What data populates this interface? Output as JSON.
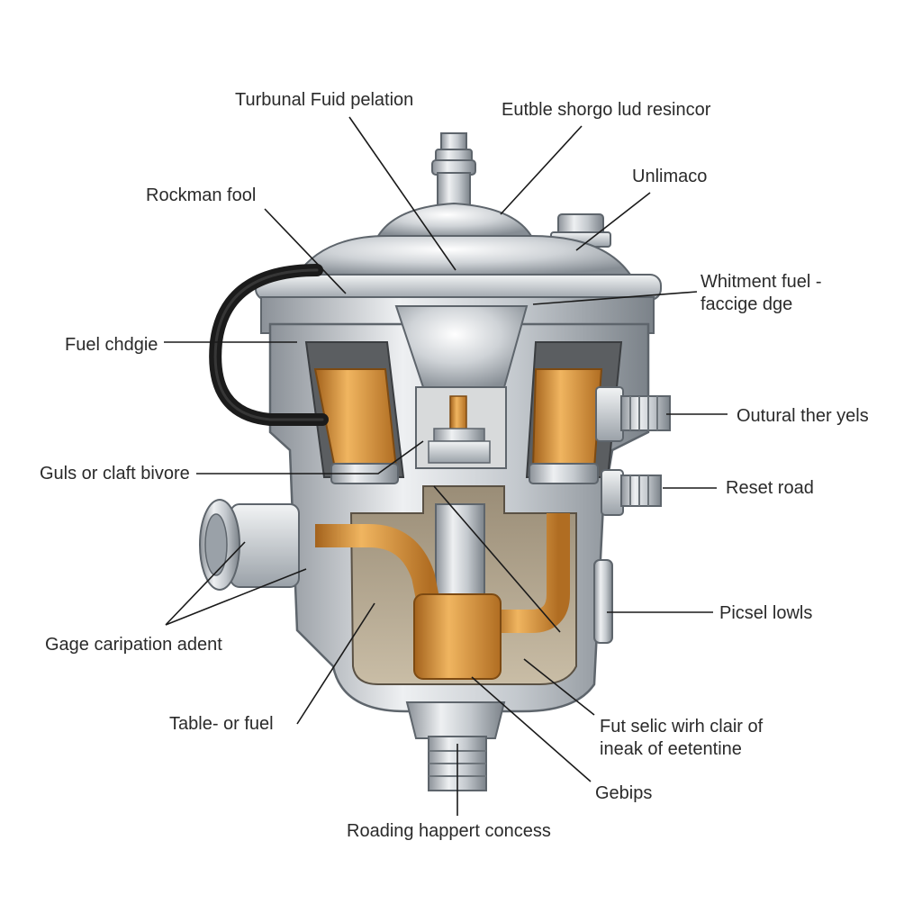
{
  "labels": {
    "turbunal": "Turbunal Fuid pelation",
    "eutble": "Eutble shorgo lud resincor",
    "unlimaco": "Unlimaco",
    "rockman": "Rockman fool",
    "whitment_line1": "Whitment fuel -",
    "whitment_line2": "faccige dge",
    "fuel_chdgie": "Fuel chdgie",
    "outural": "Outural ther yels",
    "guls": "Guls or claft bivore",
    "reset": "Reset road",
    "picsel": "Picsel lowls",
    "gage": "Gage caripation adent",
    "table": "Table- or fuel",
    "fut_line1": "Fut selic wirh clair of",
    "fut_line2": "ineak of eetentine",
    "gebips": "Gebips",
    "roading": "Roading happert concess"
  },
  "colors": {
    "metal_light": "#e4e7ea",
    "metal_mid": "#b9bec4",
    "metal_dark": "#7d848b",
    "copper": "#d8953a",
    "copper_dark": "#9c5f1a",
    "hose": "#1b1b1b",
    "leader": "#1a1a1a"
  }
}
